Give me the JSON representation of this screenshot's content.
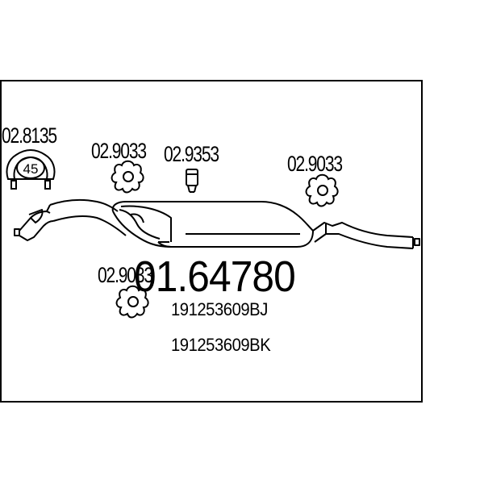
{
  "diagram": {
    "main_part_number": "01.64780",
    "oem_numbers": [
      "191253609BJ",
      "191253609BK"
    ],
    "parts": [
      {
        "code": "02.8135",
        "icon": "exhaust-clamp-icon",
        "clamp_size": "45"
      },
      {
        "code": "02.9033",
        "icon": "rubber-hanger-icon"
      },
      {
        "code": "02.9353",
        "icon": "rubber-mount-icon"
      },
      {
        "code": "02.9033",
        "icon": "rubber-hanger-icon"
      },
      {
        "code": "02.9033",
        "icon": "rubber-hanger-icon"
      }
    ],
    "main_component_icon": "rear-silencer-icon",
    "colors": {
      "line": "#000000",
      "background": "#ffffff"
    }
  }
}
